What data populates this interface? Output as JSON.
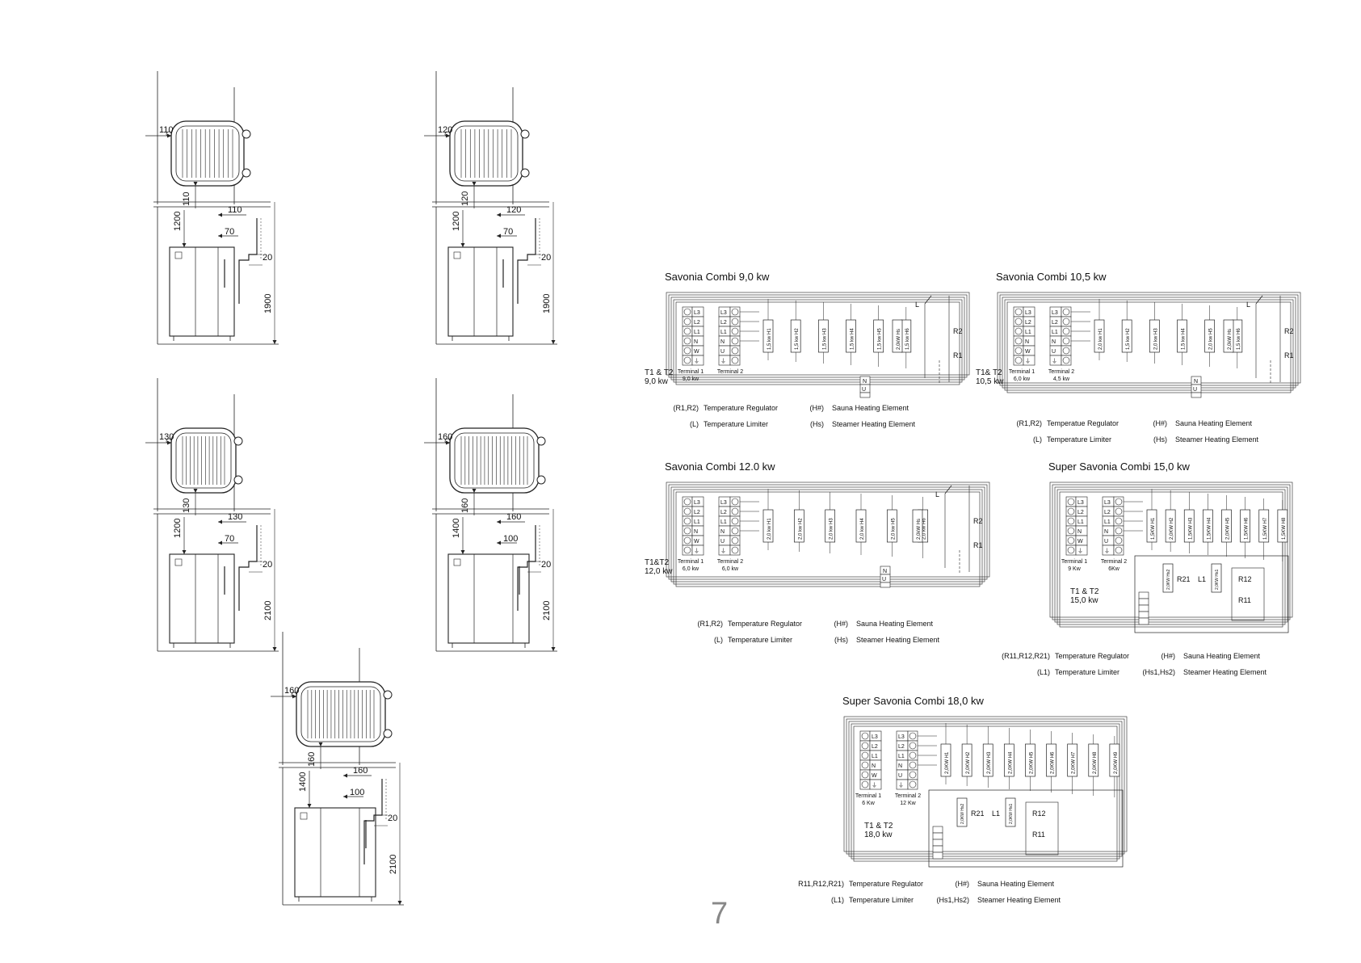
{
  "page_number": "7",
  "clearance_drawings": [
    {
      "side": "110",
      "front": "110",
      "top_gap": "110",
      "step": "70",
      "offset": "20",
      "height": "1200",
      "total": "1900"
    },
    {
      "side": "120",
      "front": "120",
      "top_gap": "120",
      "step": "70",
      "offset": "20",
      "height": "1200",
      "total": "1900"
    },
    {
      "side": "130",
      "front": "130",
      "top_gap": "130",
      "step": "70",
      "offset": "20",
      "height": "1200",
      "total": "2100"
    },
    {
      "side": "160",
      "front": "160",
      "top_gap": "160",
      "step": "100",
      "offset": "20",
      "height": "1400",
      "total": "2100"
    },
    {
      "side": "160",
      "front": "160",
      "top_gap": "160",
      "step": "100",
      "offset": "20",
      "height": "1400",
      "total": "2100"
    }
  ],
  "wiring_diagrams": [
    {
      "title": "Savonia Combi 9,0 kw",
      "t_label": "T1 & T2",
      "t_power": "9,0 kw",
      "terminal1": "Terminal 1",
      "terminal1_kw": "9,0 kw",
      "terminal2": "Terminal 2",
      "terminal2_kw": "",
      "t1_rows": [
        "L3",
        "L2",
        "L1",
        "N",
        "W",
        "⏚"
      ],
      "t2_rows": [
        "L3",
        "L2",
        "L1",
        "N",
        "U",
        "⏚"
      ],
      "elements": [
        "1,5 kw H1",
        "1,5 kw H2",
        "1,5 kw H3",
        "1,5 kw H4",
        "1,5 kw H5",
        "1,5 kw H6"
      ],
      "steamer": "2,0kW Hs",
      "limiter": "L",
      "regulators": [
        "R2",
        "R1"
      ],
      "legend": [
        {
          "code": "(R1,R2)",
          "desc": "Temperature Regulator",
          "code2": "(H#)",
          "desc2": "Sauna Heating Element"
        },
        {
          "code": "(L)",
          "desc": "Temperature Limiter",
          "code2": "(Hs)",
          "desc2": "Steamer Heating Element"
        }
      ]
    },
    {
      "title": "Savonia Combi 10,5 kw",
      "t_label": "T1& T2",
      "t_power": "10,5 kw",
      "terminal1": "Terminal 1",
      "terminal1_kw": "6,0 kw",
      "terminal2": "Terminal 2",
      "terminal2_kw": "4,5 kw",
      "t1_rows": [
        "L3",
        "L2",
        "L1",
        "N",
        "W",
        "⏚"
      ],
      "t2_rows": [
        "L3",
        "L2",
        "L1",
        "N",
        "U",
        "⏚"
      ],
      "elements": [
        "2,0 kw H1",
        "1,5 kw H2",
        "2,0 kw H3",
        "1,5 kw H4",
        "2,0 kw H5",
        "1,5 kw H6"
      ],
      "steamer": "2,0kW Hs",
      "limiter": "L",
      "regulators": [
        "R2",
        "R1"
      ],
      "legend": [
        {
          "code": "(R1,R2)",
          "desc": "Temperatue Regulator",
          "code2": "(H#)",
          "desc2": "Sauna Heating Element"
        },
        {
          "code": "(L)",
          "desc": "Temperature Limiter",
          "code2": "(Hs)",
          "desc2": "Steamer Heating Element"
        }
      ]
    },
    {
      "title": "Savonia Combi 12.0 kw",
      "t_label": "T1&T2",
      "t_power": "12,0 kw",
      "terminal1": "Terminal 1",
      "terminal1_kw": "6,0 kw",
      "terminal2": "Terminal 2",
      "terminal2_kw": "6,0 kw",
      "t1_rows": [
        "L3",
        "L2",
        "L1",
        "N",
        "W",
        "⏚"
      ],
      "t2_rows": [
        "L3",
        "L2",
        "L1",
        "N",
        "U",
        "⏚"
      ],
      "elements": [
        "2,0 kw H1",
        "2,0 kw H2",
        "2,0 kw H3",
        "2,0 kw H4",
        "2,0 kw H5",
        "2,0 kw H6"
      ],
      "steamer": "2,0kW Hs",
      "limiter": "L",
      "regulators": [
        "R2",
        "R1"
      ],
      "legend": [
        {
          "code": "(R1,R2)",
          "desc": "Temperature Regulator",
          "code2": "(H#)",
          "desc2": "Sauna Heating Element"
        },
        {
          "code": "(L)",
          "desc": "Temperature Limiter",
          "code2": "(Hs)",
          "desc2": "Steamer Heating Element"
        }
      ]
    },
    {
      "title": "Super Savonia Combi 15,0 kw",
      "t_label": "T1 & T2",
      "t_power": "15,0 kw",
      "terminal1": "Terminal 1",
      "terminal1_kw": "9 Kw",
      "terminal2": "Terminal 2",
      "terminal2_kw": "6Kw",
      "t1_rows": [
        "L3",
        "L2",
        "L1",
        "N",
        "W",
        "⏚"
      ],
      "t2_rows": [
        "L3",
        "L2",
        "L1",
        "N",
        "U",
        "⏚"
      ],
      "elements": [
        "1,5KW H1",
        "2,0KW H2",
        "1,5KW H3",
        "1,5KW H4",
        "2,0KW H5",
        "1,5KW H6",
        "1,5KW H7",
        "1,5KW H8"
      ],
      "steamers": [
        "2,0KW Hs2",
        "2,0KW Hs1"
      ],
      "limiter": "L1",
      "regulators": [
        "R21",
        "R12",
        "R11"
      ],
      "legend": [
        {
          "code": "(R11,R12,R21)",
          "desc": "Temperature Regulator",
          "code2": "(H#)",
          "desc2": "Sauna Heating Element"
        },
        {
          "code": "(L1)",
          "desc": "Temperature Limiter",
          "code2": "(Hs1,Hs2)",
          "desc2": "Steamer Heating Element"
        }
      ]
    },
    {
      "title": "Super Savonia Combi 18,0 kw",
      "t_label": "T1 & T2",
      "t_power": "18,0 kw",
      "terminal1": "Terminal 1",
      "terminal1_kw": "6 Kw",
      "terminal2": "Terminal 2",
      "terminal2_kw": "12 Kw",
      "t1_rows": [
        "L3",
        "L2",
        "L1",
        "N",
        "W",
        "⏚"
      ],
      "t2_rows": [
        "L3",
        "L2",
        "L1",
        "N",
        "U",
        "⏚"
      ],
      "elements": [
        "2,0KW H1",
        "2,0KW H2",
        "2,0KW H3",
        "2,0KW H4",
        "2,0KW H5",
        "2,0KW H6",
        "2,0KW H7",
        "2,0KW H8",
        "2,0KW H9"
      ],
      "steamers": [
        "2,0KW Hs2",
        "2,0KW Hs1"
      ],
      "limiter": "L1",
      "regulators": [
        "R21",
        "R12",
        "R11"
      ],
      "legend": [
        {
          "code": "R11,R12,R21)",
          "desc": "Temperature Regulator",
          "code2": "(H#)",
          "desc2": "Sauna Heating Element"
        },
        {
          "code": "(L1)",
          "desc": "Temperature Limiter",
          "code2": "(Hs1,Hs2)",
          "desc2": "Steamer Heating Element"
        }
      ]
    }
  ]
}
